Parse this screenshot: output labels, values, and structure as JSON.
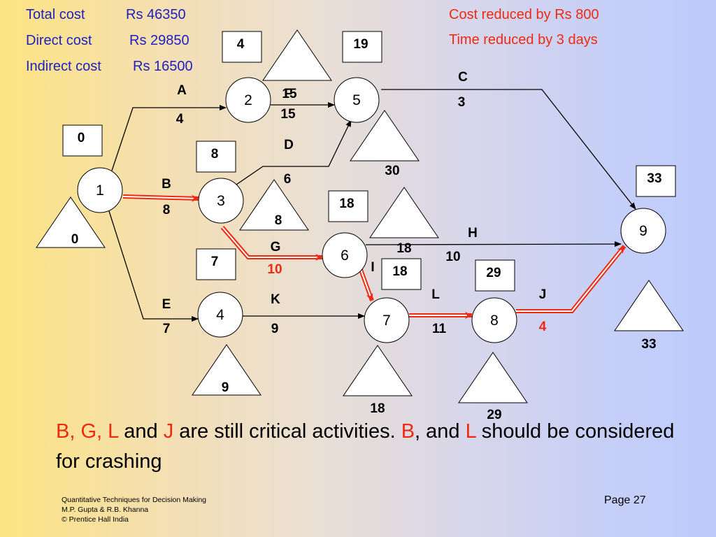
{
  "header": {
    "total_cost_label": "Total cost",
    "total_cost_value": "Rs 46350",
    "direct_cost_label": "Direct cost",
    "direct_cost_value": "Rs 29850",
    "indirect_cost_label": "Indirect cost",
    "indirect_cost_value": "Rs 16500",
    "cost_reduced": "Cost reduced by Rs 800",
    "time_reduced": "Time reduced by 3 days"
  },
  "colors": {
    "critical": "#ee2a11",
    "header_blue": "#2020c0",
    "line": "#000000"
  },
  "diagram": {
    "nodes": [
      {
        "id": "1",
        "label": "1",
        "early": "0",
        "late": "0"
      },
      {
        "id": "2",
        "label": "2",
        "early": "4",
        "late": "15"
      },
      {
        "id": "3",
        "label": "3",
        "early": "8",
        "late": "8"
      },
      {
        "id": "4",
        "label": "4",
        "early": "7",
        "late": "9"
      },
      {
        "id": "5",
        "label": "5",
        "early": "19",
        "late": "30"
      },
      {
        "id": "6",
        "label": "6",
        "early": "18",
        "late": "18"
      },
      {
        "id": "7",
        "label": "7",
        "early": "18",
        "late": "18"
      },
      {
        "id": "8",
        "label": "8",
        "early": "29",
        "late": "29"
      },
      {
        "id": "9",
        "label": "9",
        "early": "33",
        "late": "33"
      }
    ],
    "activities": [
      {
        "name": "A",
        "duration": "4",
        "from": "1",
        "to": "2",
        "critical": false
      },
      {
        "name": "B",
        "duration": "8",
        "from": "1",
        "to": "3",
        "critical": true
      },
      {
        "name": "E",
        "duration": "7",
        "from": "1",
        "to": "4",
        "critical": false
      },
      {
        "name": "F",
        "duration": "15",
        "from": "2",
        "to": "5",
        "critical": false
      },
      {
        "name": "D",
        "duration": "6",
        "from": "3",
        "to": "5",
        "critical": false
      },
      {
        "name": "G",
        "duration": "10",
        "from": "3",
        "to": "6",
        "critical": true
      },
      {
        "name": "C",
        "duration": "3",
        "from": "5",
        "to": "9",
        "critical": false
      },
      {
        "name": "H",
        "duration": "10",
        "from": "6",
        "to": "9",
        "critical": false
      },
      {
        "name": "I",
        "duration": "",
        "from": "6",
        "to": "7",
        "critical": true
      },
      {
        "name": "K",
        "duration": "9",
        "from": "4",
        "to": "7",
        "critical": false
      },
      {
        "name": "L",
        "duration": "11",
        "from": "7",
        "to": "8",
        "critical": true
      },
      {
        "name": "J",
        "duration": "4",
        "from": "8",
        "to": "9",
        "critical": true
      }
    ]
  },
  "bottom_text": {
    "p1": "B, G, L",
    "p2": " and ",
    "p3": "J",
    "p4": " are still critical activities. ",
    "p5": "B",
    "p6": ", and ",
    "p7": "L",
    "p8": " should be considered for crashing"
  },
  "footer": {
    "line1": "Quantitative Techniques for Decision Making",
    "line2": "M.P. Gupta & R.B. Khanna",
    "line3": "© Prentice Hall India",
    "page": "Page 27"
  }
}
